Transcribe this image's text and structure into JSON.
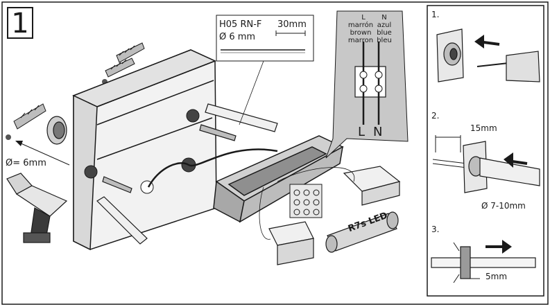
{
  "step_number": "1",
  "cable": {
    "type": "H05 RN-F",
    "diameter": "Ø 6 mm",
    "strip_length": "30mm"
  },
  "drill_hole": "Ø= 6mm",
  "terminal": {
    "left": {
      "letter": "L",
      "es": "marrón",
      "en": "brown",
      "fr": "marron",
      "big": "L"
    },
    "right": {
      "letter": "N",
      "es": "azul",
      "en": "blue",
      "fr": "bleu",
      "big": "N"
    }
  },
  "lamp_label": "R7s LED",
  "side_steps": [
    {
      "number": "1."
    },
    {
      "number": "2.",
      "strip_length": "15mm",
      "cable_diameter": "Ø 7-10mm"
    },
    {
      "number": "3.",
      "length": "5mm"
    }
  ],
  "colors": {
    "panel": "#c8c8c8",
    "line": "#1a1a1a",
    "shade": "#8a8a8a"
  }
}
